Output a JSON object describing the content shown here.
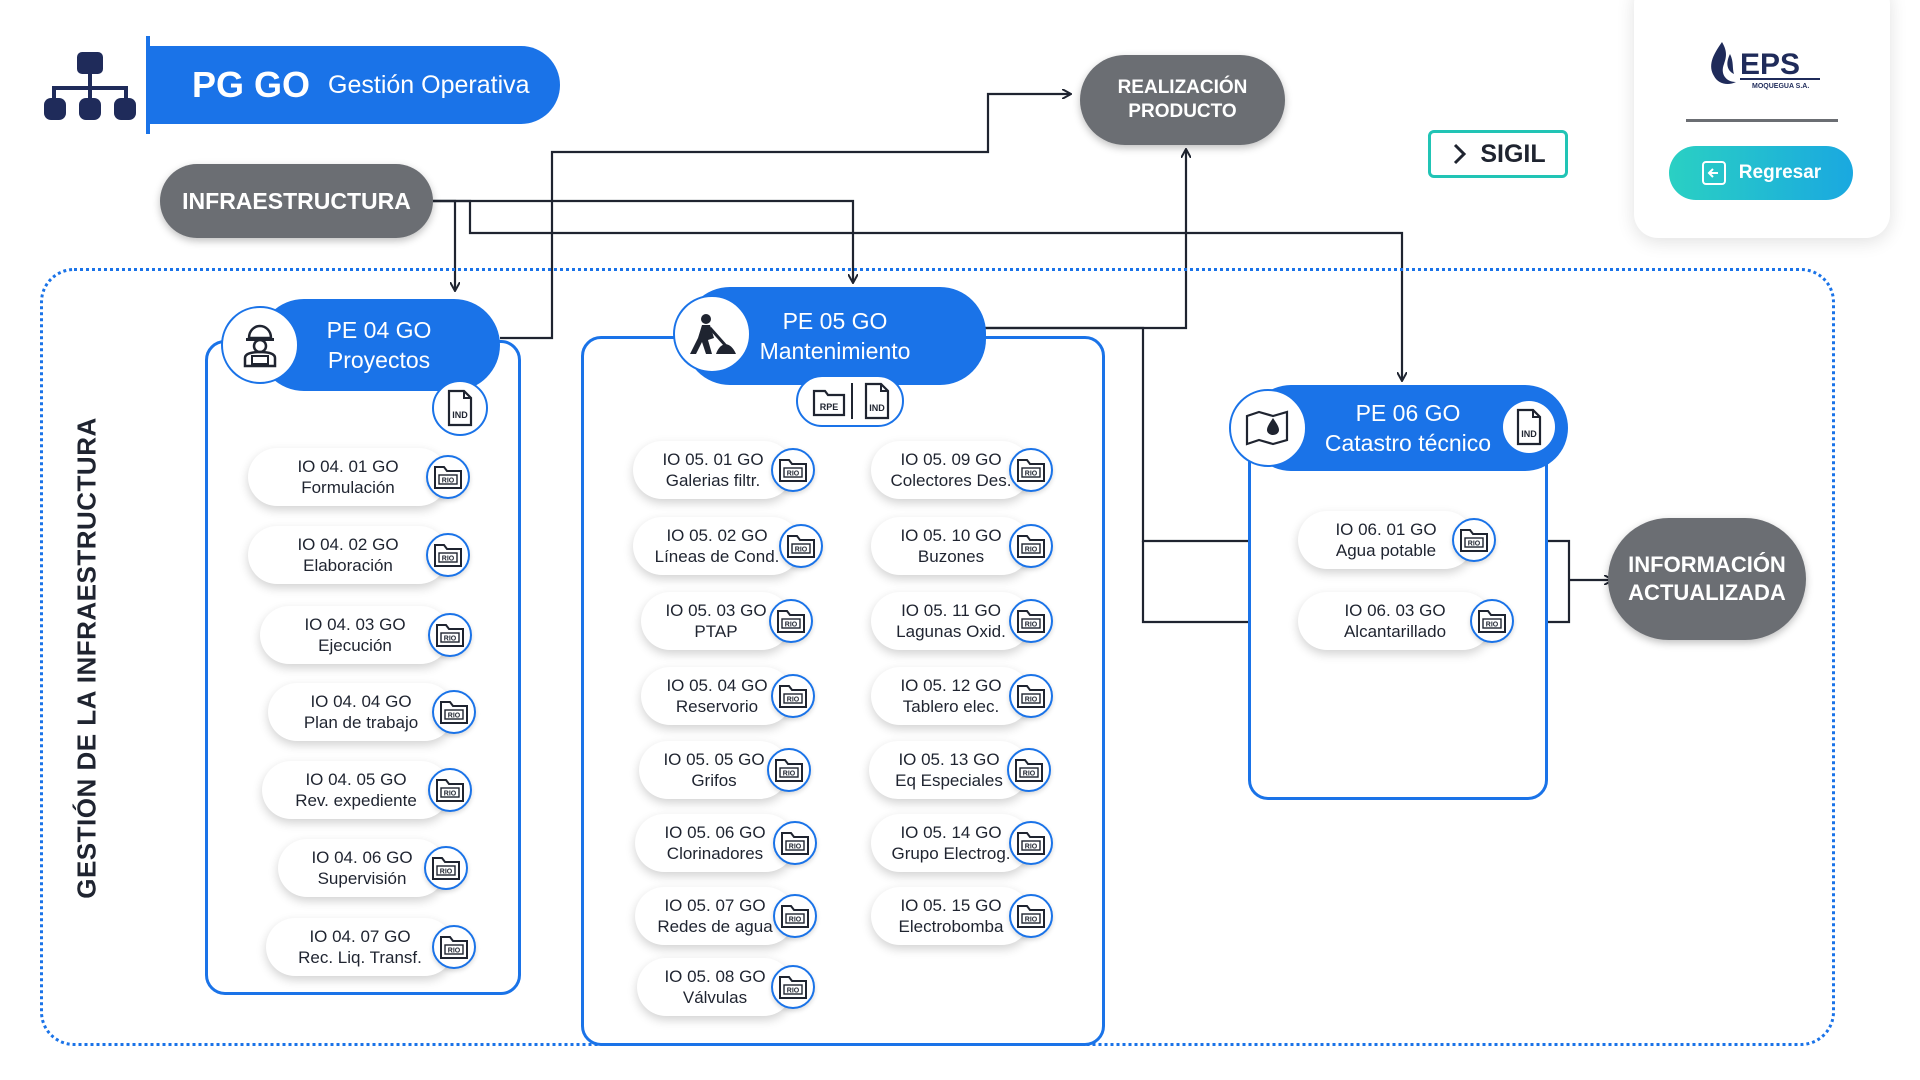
{
  "header": {
    "code": "PG GO",
    "name": "Gestión Operativa"
  },
  "nodes": {
    "infraestructura": "INFRAESTRUCTURA",
    "realizacion": [
      "REALIZACIÓN",
      "PRODUCTO"
    ],
    "informacion": [
      "INFORMACIÓN",
      "ACTUALIZADA"
    ]
  },
  "frame_label": "GESTIÓN DE LA INFRAESTRUCTURA",
  "sigil": "SIGIL",
  "logo": {
    "brand": "EPS",
    "sub": "MOQUEGUA S.A."
  },
  "regresar": "Regresar",
  "badges": {
    "ind": "IND",
    "rpe": "RPE",
    "rio": "RIO"
  },
  "pe04": {
    "code": "PE 04 GO",
    "name": "Proyectos",
    "items": [
      {
        "code": "IO 04. 01 GO",
        "name": "Formulación"
      },
      {
        "code": "IO 04. 02 GO",
        "name": "Elaboración"
      },
      {
        "code": "IO 04. 03 GO",
        "name": "Ejecución"
      },
      {
        "code": "IO 04. 04 GO",
        "name": "Plan de trabajo"
      },
      {
        "code": "IO 04. 05 GO",
        "name": "Rev. expediente"
      },
      {
        "code": "IO 04. 06 GO",
        "name": "Supervisión"
      },
      {
        "code": "IO 04. 07 GO",
        "name": "Rec. Liq. Transf."
      }
    ]
  },
  "pe05": {
    "code": "PE 05 GO",
    "name": "Mantenimiento",
    "items_left": [
      {
        "code": "IO 05. 01 GO",
        "name": "Galerias filtr."
      },
      {
        "code": "IO 05. 02 GO",
        "name": "Líneas de Cond."
      },
      {
        "code": "IO 05. 03 GO",
        "name": "PTAP"
      },
      {
        "code": "IO 05. 04 GO",
        "name": "Reservorio"
      },
      {
        "code": "IO 05. 05 GO",
        "name": "Grifos"
      },
      {
        "code": "IO 05. 06 GO",
        "name": "Clorinadores"
      },
      {
        "code": "IO 05. 07 GO",
        "name": "Redes de agua"
      },
      {
        "code": "IO 05. 08 GO",
        "name": "Válvulas"
      }
    ],
    "items_right": [
      {
        "code": "IO 05. 09 GO",
        "name": "Colectores Des."
      },
      {
        "code": "IO 05. 10 GO",
        "name": "Buzones"
      },
      {
        "code": "IO 05. 11 GO",
        "name": "Lagunas Oxid."
      },
      {
        "code": "IO 05. 12 GO",
        "name": "Tablero elec."
      },
      {
        "code": "IO 05. 13 GO",
        "name": "Eq Especiales"
      },
      {
        "code": "IO 05. 14 GO",
        "name": "Grupo Electrog."
      },
      {
        "code": "IO 05. 15 GO",
        "name": "Electrobomba"
      }
    ]
  },
  "pe06": {
    "code": "PE 06 GO",
    "name": "Catastro técnico",
    "items": [
      {
        "code": "IO 06. 01 GO",
        "name": "Agua potable"
      },
      {
        "code": "IO 06. 03 GO",
        "name": "Alcantarillado"
      }
    ]
  },
  "colors": {
    "blue": "#1a73e8",
    "gray": "#6b6e73",
    "teal": "#21c4b5",
    "navy": "#1f2b5a"
  }
}
